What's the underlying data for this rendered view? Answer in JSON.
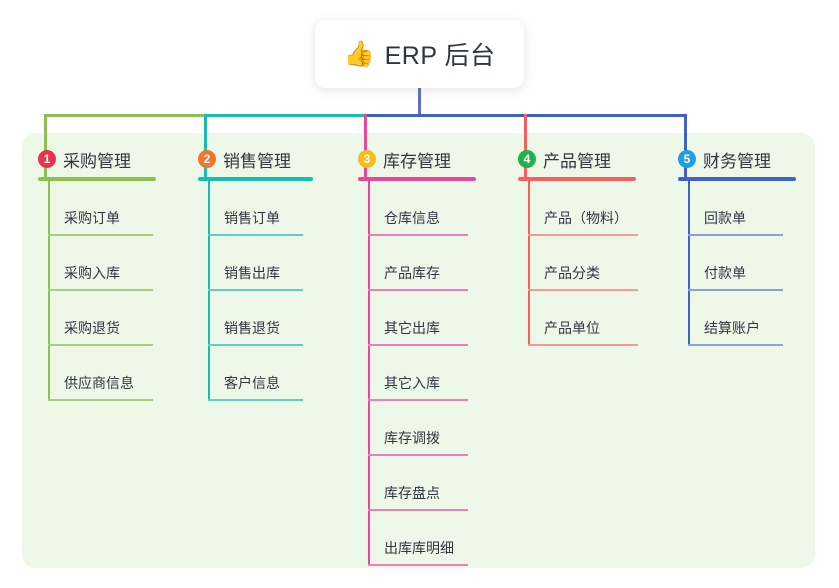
{
  "diagram": {
    "type": "mind-map",
    "root": {
      "icon": "thumbs-up-icon",
      "emoji": "👍",
      "label": "ERP 后台"
    },
    "palette": {
      "panel_background": "#eef8e9",
      "page_background": "#ffffff",
      "root_stem": "#5b6fc4",
      "text": "#2f3640"
    },
    "branches": [
      {
        "number": "1",
        "title": "采购管理",
        "badge_color": "#e8334a",
        "line_color": "#8cc152",
        "leaf_rule_color": "#a6cf7e",
        "items": [
          "采购订单",
          "采购入库",
          "采购退货",
          "供应商信息"
        ]
      },
      {
        "number": "2",
        "title": "销售管理",
        "badge_color": "#f0742b",
        "line_color": "#18bdb0",
        "leaf_rule_color": "#5fcfc6",
        "items": [
          "销售订单",
          "销售出库",
          "销售退货",
          "客户信息"
        ]
      },
      {
        "number": "3",
        "title": "库存管理",
        "badge_color": "#f5bc1b",
        "line_color": "#e8489c",
        "leaf_rule_color": "#ef7fb9",
        "items": [
          "仓库信息",
          "产品库存",
          "其它出库",
          "其它入库",
          "库存调拨",
          "库存盘点",
          "出库库明细"
        ]
      },
      {
        "number": "4",
        "title": "产品管理",
        "badge_color": "#22b24c",
        "line_color": "#f4605e",
        "leaf_rule_color": "#f79a97",
        "items": [
          "产品（物料）",
          "产品分类",
          "产品单位"
        ]
      },
      {
        "number": "5",
        "title": "财务管理",
        "badge_color": "#1e9fe0",
        "line_color": "#3f62c4",
        "leaf_rule_color": "#8ba2dd",
        "items": [
          "回款单",
          "付款单",
          "结算账户"
        ]
      }
    ]
  }
}
